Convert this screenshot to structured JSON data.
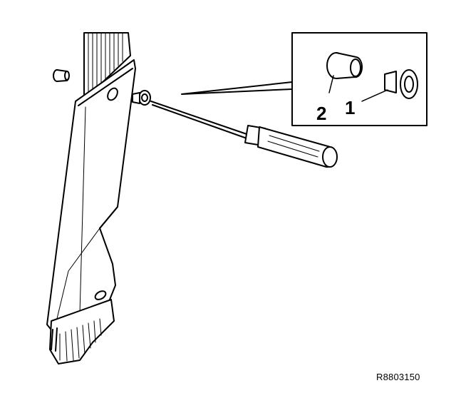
{
  "diagram": {
    "callouts": {
      "label_1": "1",
      "label_2": "2"
    },
    "reference_code": "R8803150",
    "colors": {
      "line": "#000000",
      "background": "#ffffff",
      "fill_shade": "#f2f2f2"
    }
  }
}
